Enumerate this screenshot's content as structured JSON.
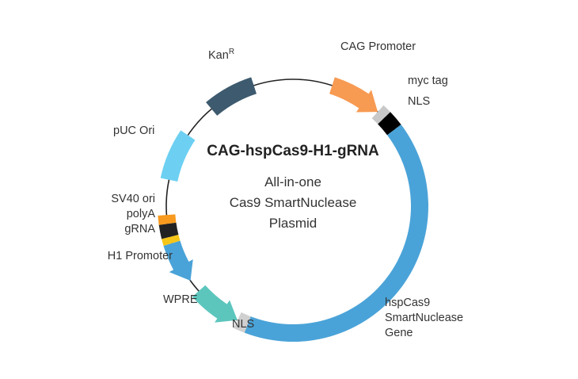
{
  "plasmid": {
    "name": "CAG-hspCas9-H1-gRNA",
    "subtitle": [
      "All-in-one",
      "Cas9 SmartNuclease",
      "Plasmid"
    ]
  },
  "features": {
    "kan": {
      "label": "Kan",
      "superscript": "R",
      "color": "#3d5a6e"
    },
    "cag": {
      "label": "CAG Promoter",
      "color": "#f79a52"
    },
    "myc": {
      "label": "myc tag",
      "color": "#c8c8c8"
    },
    "nls_top": {
      "label": "NLS",
      "color": "#000000"
    },
    "cas9": {
      "label": [
        "hspCas9",
        "SmartNuclease",
        "Gene"
      ],
      "color": "#4aa3d8"
    },
    "nls_bottom": {
      "label": "NLS",
      "color": "#d0d0d0"
    },
    "wpre": {
      "label": "WPRE",
      "color": "#5cc6bd"
    },
    "h1": {
      "label": "H1 Promoter",
      "color": "#4aa3d8"
    },
    "grna": {
      "label": "gRNA",
      "color": "#f5c518"
    },
    "polya": {
      "label": "polyA",
      "color": "#222222"
    },
    "sv40": {
      "label": "SV40 ori",
      "color": "#f79a1e"
    },
    "puc": {
      "label": "pUC Ori",
      "color": "#6dd0f2"
    }
  }
}
